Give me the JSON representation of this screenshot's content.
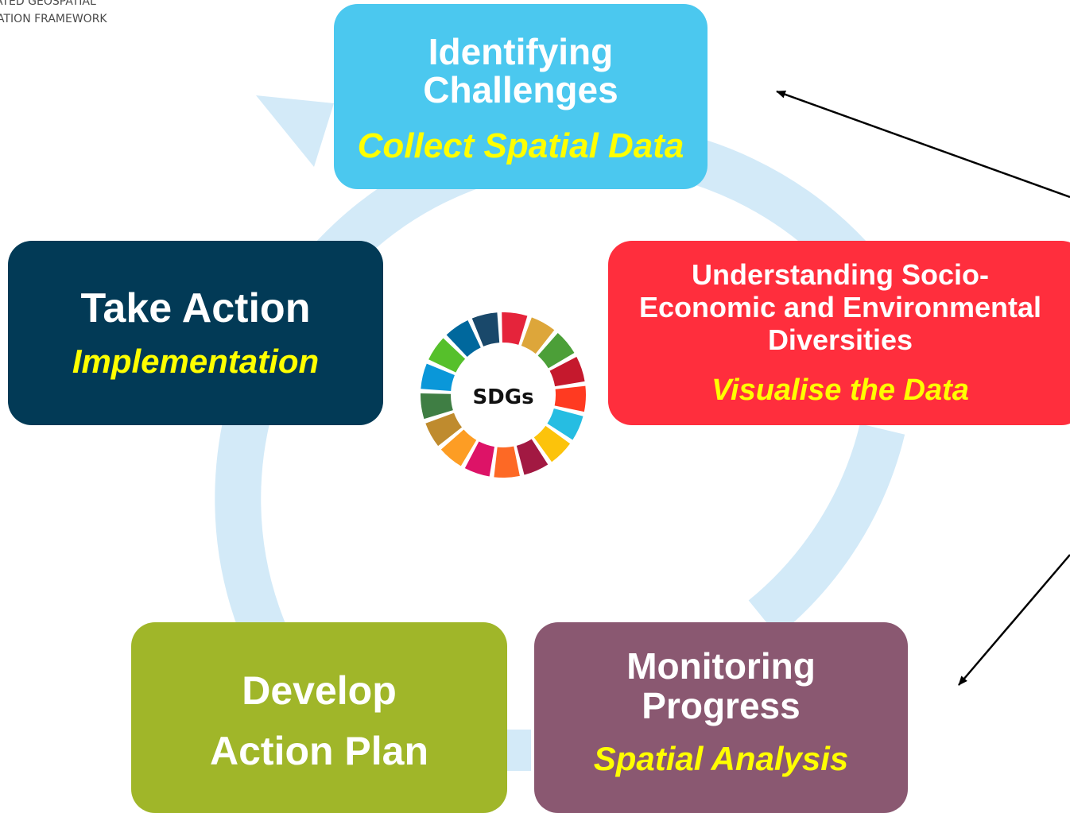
{
  "logo": {
    "line1": "ATED GEOSPATIAL",
    "line2": "ATION FRAMEWORK"
  },
  "cycle": {
    "identifying": {
      "title": "Identifying Challenges",
      "subtitle": "Collect Spatial Data",
      "color": "#4bc8ef"
    },
    "understanding": {
      "title": "Understanding Socio-Economic and Environmental Diversities",
      "subtitle": "Visualise the Data",
      "color": "#ff2e3d"
    },
    "monitoring": {
      "title": "Monitoring Progress",
      "subtitle": "Spatial Analysis",
      "color": "#8a5871"
    },
    "develop": {
      "title": "Develop Action Plan",
      "color": "#a0b629"
    },
    "take_action": {
      "title": "Take Action",
      "subtitle": "Implementation",
      "color": "#023a56"
    }
  },
  "center": {
    "label": "SDGs",
    "wheel_colors": [
      "#e5243b",
      "#dda63a",
      "#4c9f38",
      "#c5192d",
      "#ff3a21",
      "#26bde2",
      "#fcc30b",
      "#a21942",
      "#fd6925",
      "#dd1367",
      "#fd9d24",
      "#bf8b2e",
      "#3f7e44",
      "#0a97d9",
      "#56c02b",
      "#00689d",
      "#19486a"
    ]
  },
  "colors": {
    "ring": "#d3eaf8",
    "subtitle": "#ffff00",
    "pointer": "#000000"
  }
}
